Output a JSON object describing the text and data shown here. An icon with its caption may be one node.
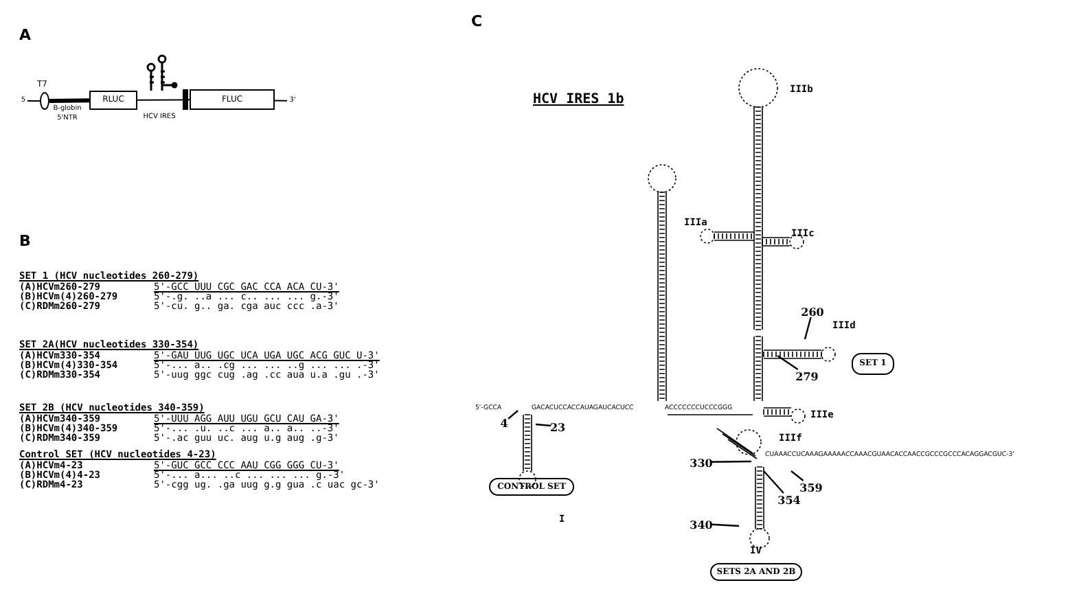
{
  "diagram": {
    "nodes": [
      {
        "text": [
          "5"
        ]
      },
      {
        "text": [],
        "shape": "ellipse",
        "beside": [
          "T7"
        ]
      },
      {
        "text": [
          "RLUC"
        ]
      },
      {
        "text": [
          "FLUC"
        ]
      },
      {
        "text": [
          "3'"
        ]
      },
      {
        "text": [
          "HCV IRES"
        ]
      },
      {
        "text": [
          "CONTROL SET"
        ]
      },
      {
        "text": [
          "SET 1"
        ]
      },
      {
        "text": [
          "SETS 2A AND 2B"
        ]
      },
      {
        "text": [
          "4"
        ]
      },
      {
        "text": [
          "23"
        ]
      },
      {
        "text": [
          "260"
        ]
      },
      {
        "text": [
          "279"
        ]
      },
      {
        "text": [
          "330"
        ]
      },
      {
        "text": [
          "359"
        ]
      },
      {
        "text": [
          "354"
        ]
      },
      {
        "text": [
          "340"
        ]
      }
    ],
    "edges": [
      {
        "from": 0,
        "to": 1,
        "arrow": "none"
      },
      {
        "from": 1,
        "to": 2,
        "arrow": "none",
        "style": "thick"
      },
      {
        "from": 2,
        "to": 3,
        "arrow": "none"
      },
      {
        "from": 3,
        "to": 4,
        "arrow": "none"
      },
      {
        "from": 9,
        "to": null,
        "arrow": "none"
      },
      {
        "from": 10,
        "to": null,
        "arrow": "none"
      },
      {
        "from": 11,
        "to": null,
        "arrow": "none"
      },
      {
        "from": 12,
        "to": null,
        "arrow": "none"
      },
      {
        "from": 13,
        "to": null,
        "arrow": "none"
      },
      {
        "from": 14,
        "to": null,
        "arrow": "none"
      },
      {
        "from": 15,
        "to": null,
        "arrow": "none"
      },
      {
        "from": 16,
        "to": null,
        "arrow": "none"
      }
    ],
    "labels": [
      "A",
      "B-globin 5'NTR",
      "B",
      "SET 1 (HCV nucleotides 260-279)",
      "(A)HCVm260-279",
      "5'-GCC UUU CGC GAC CCA ACA CU-3'",
      "(B)HCVm(4)260-279",
      "5'-.g. ..a ... c.. ... ... g.-3'",
      "(C)RDMm260-279",
      "5'-cu. g.. ga. cga auc ccc .a-3'",
      "SET 2A(HCV nucleotides 330-354)",
      "(A)HCVm330-354",
      "5'-GAU UUG UGC UCA UGA UGC ACG GUC U-3'",
      "(B)HCVm(4)330-354",
      "5'-... a.. .cg ... ... ..g ... ... .-3'",
      "(C)RDMm330-354",
      "5'-uug ggc cug .ag .cc aua u.a .gu .-3'",
      "SET 2B (HCV nucleotides 340-359)",
      "(A)HCVm340-359",
      "5'-UUU AGG AUU UGU GCU CAU GA-3'",
      "(B)HCVm(4)340-359",
      "5'-... .u. ..c ... a.. a.. ..-3'",
      "(C)RDMm340-359",
      "5'-.ac guu uc. aug u.g aug .g-3'",
      "Control SET (HCV nucleotides 4-23)",
      "(A)HCVm4-23",
      "5'-GUC GCC CCC AAU CGG GGG CU-3'",
      "(B)HCVm(4)4-23",
      "5'-... a... ..c ... ... ... g.-3'",
      "(C)RDMm4-23",
      "5'-cgg ug. .ga uug g.g gua .c uac gc-3'",
      "C",
      "HCV IRES 1b",
      "IIIb",
      "IIIa",
      "IIIc",
      "IIId",
      "IIIe",
      "IIIf",
      "IV",
      "I",
      "5'-GCCA",
      "GACACUCCACCAUAGAUCACUCC",
      "ACCCCCCCUCCCGGG",
      "CUAAACCUCAAAGAAAAACCAAACGUAACACCAACCGCCCGCCCACAGGACGUC-3'"
    ]
  }
}
